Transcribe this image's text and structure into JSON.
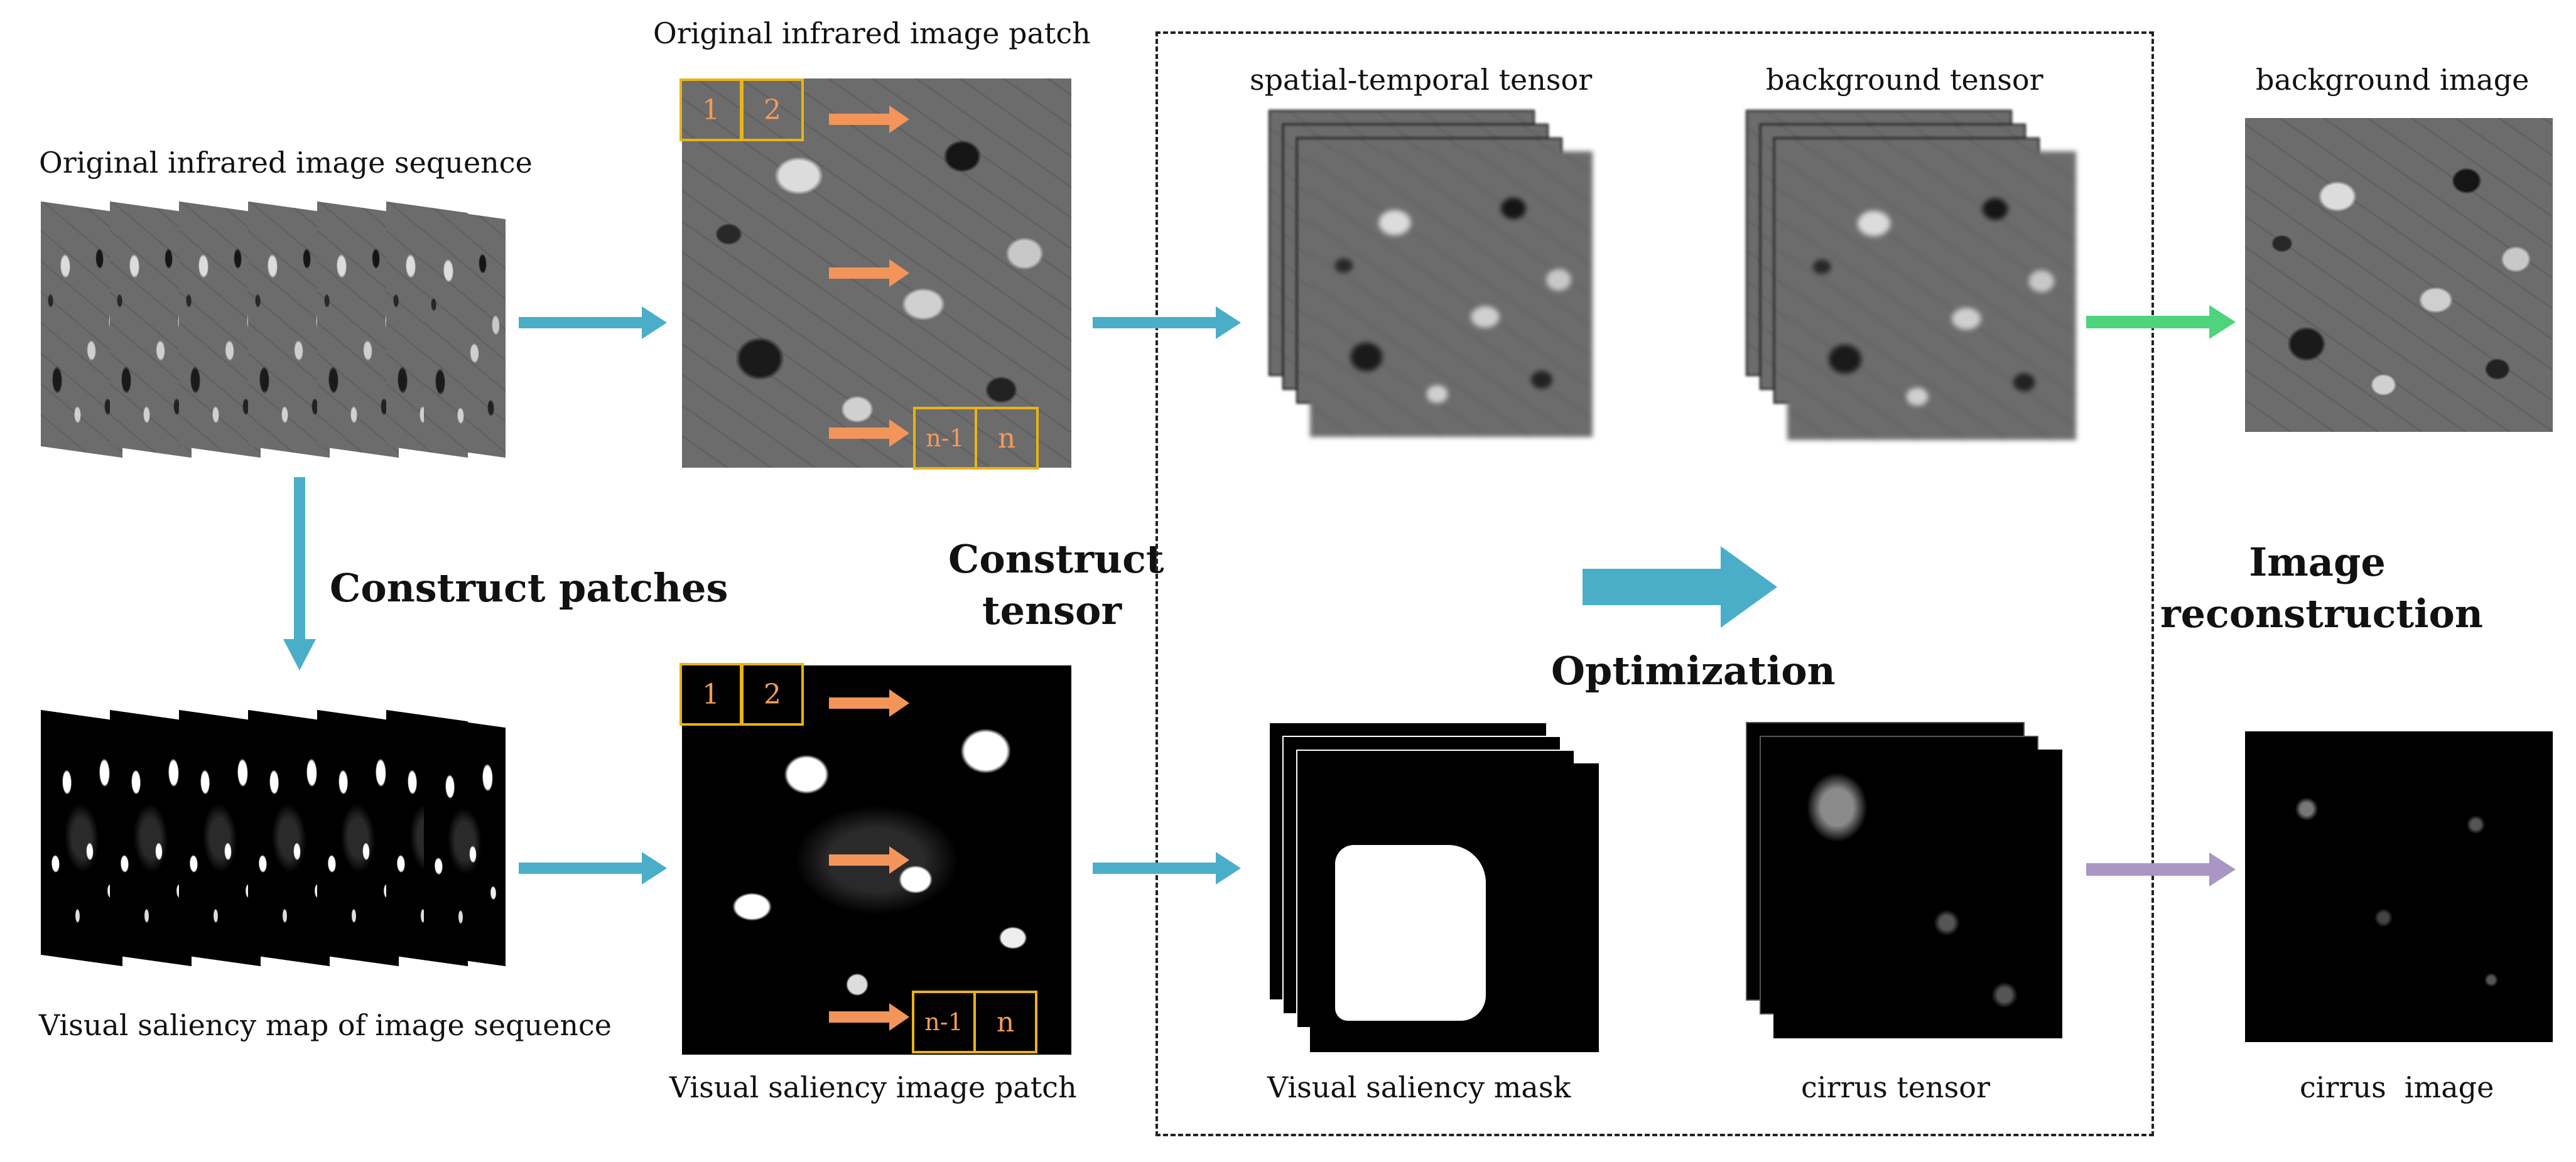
{
  "labels": {
    "orig_sequence": "Original infrared image sequence",
    "saliency_sequence": "Visual saliency map of image sequence",
    "orig_patch": "Original infrared image patch",
    "saliency_patch": "Visual saliency image patch",
    "st_tensor": "spatial-temporal tensor",
    "bg_tensor": "background tensor",
    "saliency_mask": "Visual saliency mask",
    "cirrus_tensor": "cirrus tensor",
    "bg_image": "background image",
    "cirrus_image": "cirrus  image"
  },
  "steps": {
    "construct_patches": "Construct patches",
    "construct_tensor_1": "Construct",
    "construct_tensor_2": "tensor",
    "optimization": "Optimization",
    "image_recon_1": "Image",
    "image_recon_2": "reconstruction"
  },
  "patch_boxes": {
    "top_first": "1",
    "top_second": "2",
    "top_nm1": "n-1",
    "top_n": "n",
    "bot_first": "1",
    "bot_second": "2",
    "bot_nm1": "n-1",
    "bot_n": "n"
  },
  "colors": {
    "flow_arrow": "#4aaec8",
    "patch_arrow": "#f3955a",
    "patch_box": "#e8b416",
    "bg_out_arrow": "#4dd47c",
    "cirrus_out_arrow": "#a996c4",
    "dashed_frame": "#222222"
  }
}
